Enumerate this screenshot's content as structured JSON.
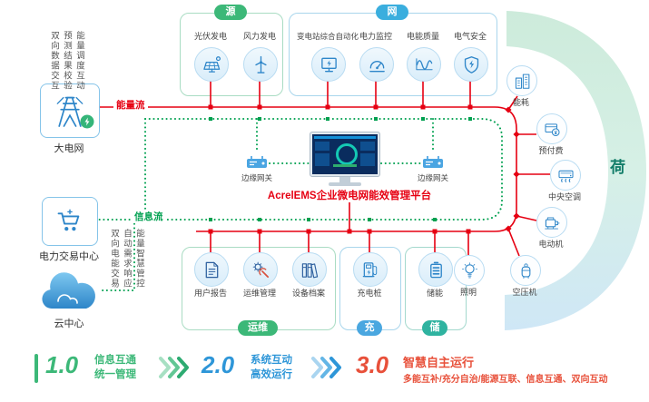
{
  "left": {
    "grid_label": "大电网",
    "trading_label": "电力交易中心",
    "cloud_label": "云中心",
    "energy_flow": "能量流",
    "info_flow": "信息流",
    "top_vtexts": [
      "双向数据交互",
      "预测结果校验",
      "能量调度互动"
    ],
    "bottom_vtexts": [
      "双向电能交易",
      "自动需求响应",
      "能量智慧管控"
    ]
  },
  "groups": {
    "source": {
      "title": "源",
      "items": [
        {
          "label": "光伏发电",
          "icon": "solar-panel-icon"
        },
        {
          "label": "风力发电",
          "icon": "wind-turbine-icon"
        }
      ]
    },
    "grid": {
      "title": "网",
      "items": [
        {
          "label": "变电站综合自动化",
          "icon": "substation-automation-icon"
        },
        {
          "label": "电力监控",
          "icon": "power-monitoring-gauge-icon"
        },
        {
          "label": "电能质量",
          "icon": "power-quality-wave-icon"
        },
        {
          "label": "电气安全",
          "icon": "electrical-safety-shield-icon"
        }
      ]
    },
    "om": {
      "title": "运维",
      "items": [
        {
          "label": "用户报告",
          "icon": "user-report-icon"
        },
        {
          "label": "运维管理",
          "icon": "maintenance-tools-icon"
        },
        {
          "label": "设备档案",
          "icon": "equipment-archive-icon"
        }
      ]
    },
    "charge": {
      "title": "充",
      "items": [
        {
          "label": "充电桩",
          "icon": "ev-charger-icon"
        }
      ]
    },
    "storage": {
      "title": "储",
      "items": [
        {
          "label": "储能",
          "icon": "battery-storage-icon"
        }
      ]
    }
  },
  "load": {
    "title": "荷",
    "items": [
      {
        "label": "能耗",
        "icon": "building-energy-icon"
      },
      {
        "label": "预付费",
        "icon": "prepaid-card-icon"
      },
      {
        "label": "中央空调",
        "icon": "central-ac-icon"
      },
      {
        "label": "电动机",
        "icon": "electric-motor-icon"
      },
      {
        "label": "空压机",
        "icon": "air-compressor-icon"
      },
      {
        "label": "照明",
        "icon": "lighting-bulb-icon"
      }
    ]
  },
  "center": {
    "platform_title": "AcrelEMS企业微电网能效管理平台",
    "gateway_left": "边缘网关",
    "gateway_right": "边缘网关"
  },
  "legend": {
    "items": [
      {
        "version": "1.0",
        "lines": [
          "信息互通",
          "统一管理"
        ],
        "color": "#3cb878"
      },
      {
        "version": "2.0",
        "lines": [
          "系统互动",
          "高效运行"
        ],
        "color": "#2e96d8"
      },
      {
        "version": "3.0",
        "lines": [
          "智慧自主运行",
          "多能互补/充分自治/能源互联、信息互通、双向互动"
        ],
        "color": "#e8503a"
      }
    ]
  },
  "colors": {
    "energy_flow_red": "#e60012",
    "info_flow_green": "#00a050",
    "source_green": "#3cb878",
    "grid_blue": "#3aaede",
    "charge_blue": "#4aa7e0",
    "storage_teal": "#2fb3a0",
    "load_title_teal": "#117c68"
  }
}
